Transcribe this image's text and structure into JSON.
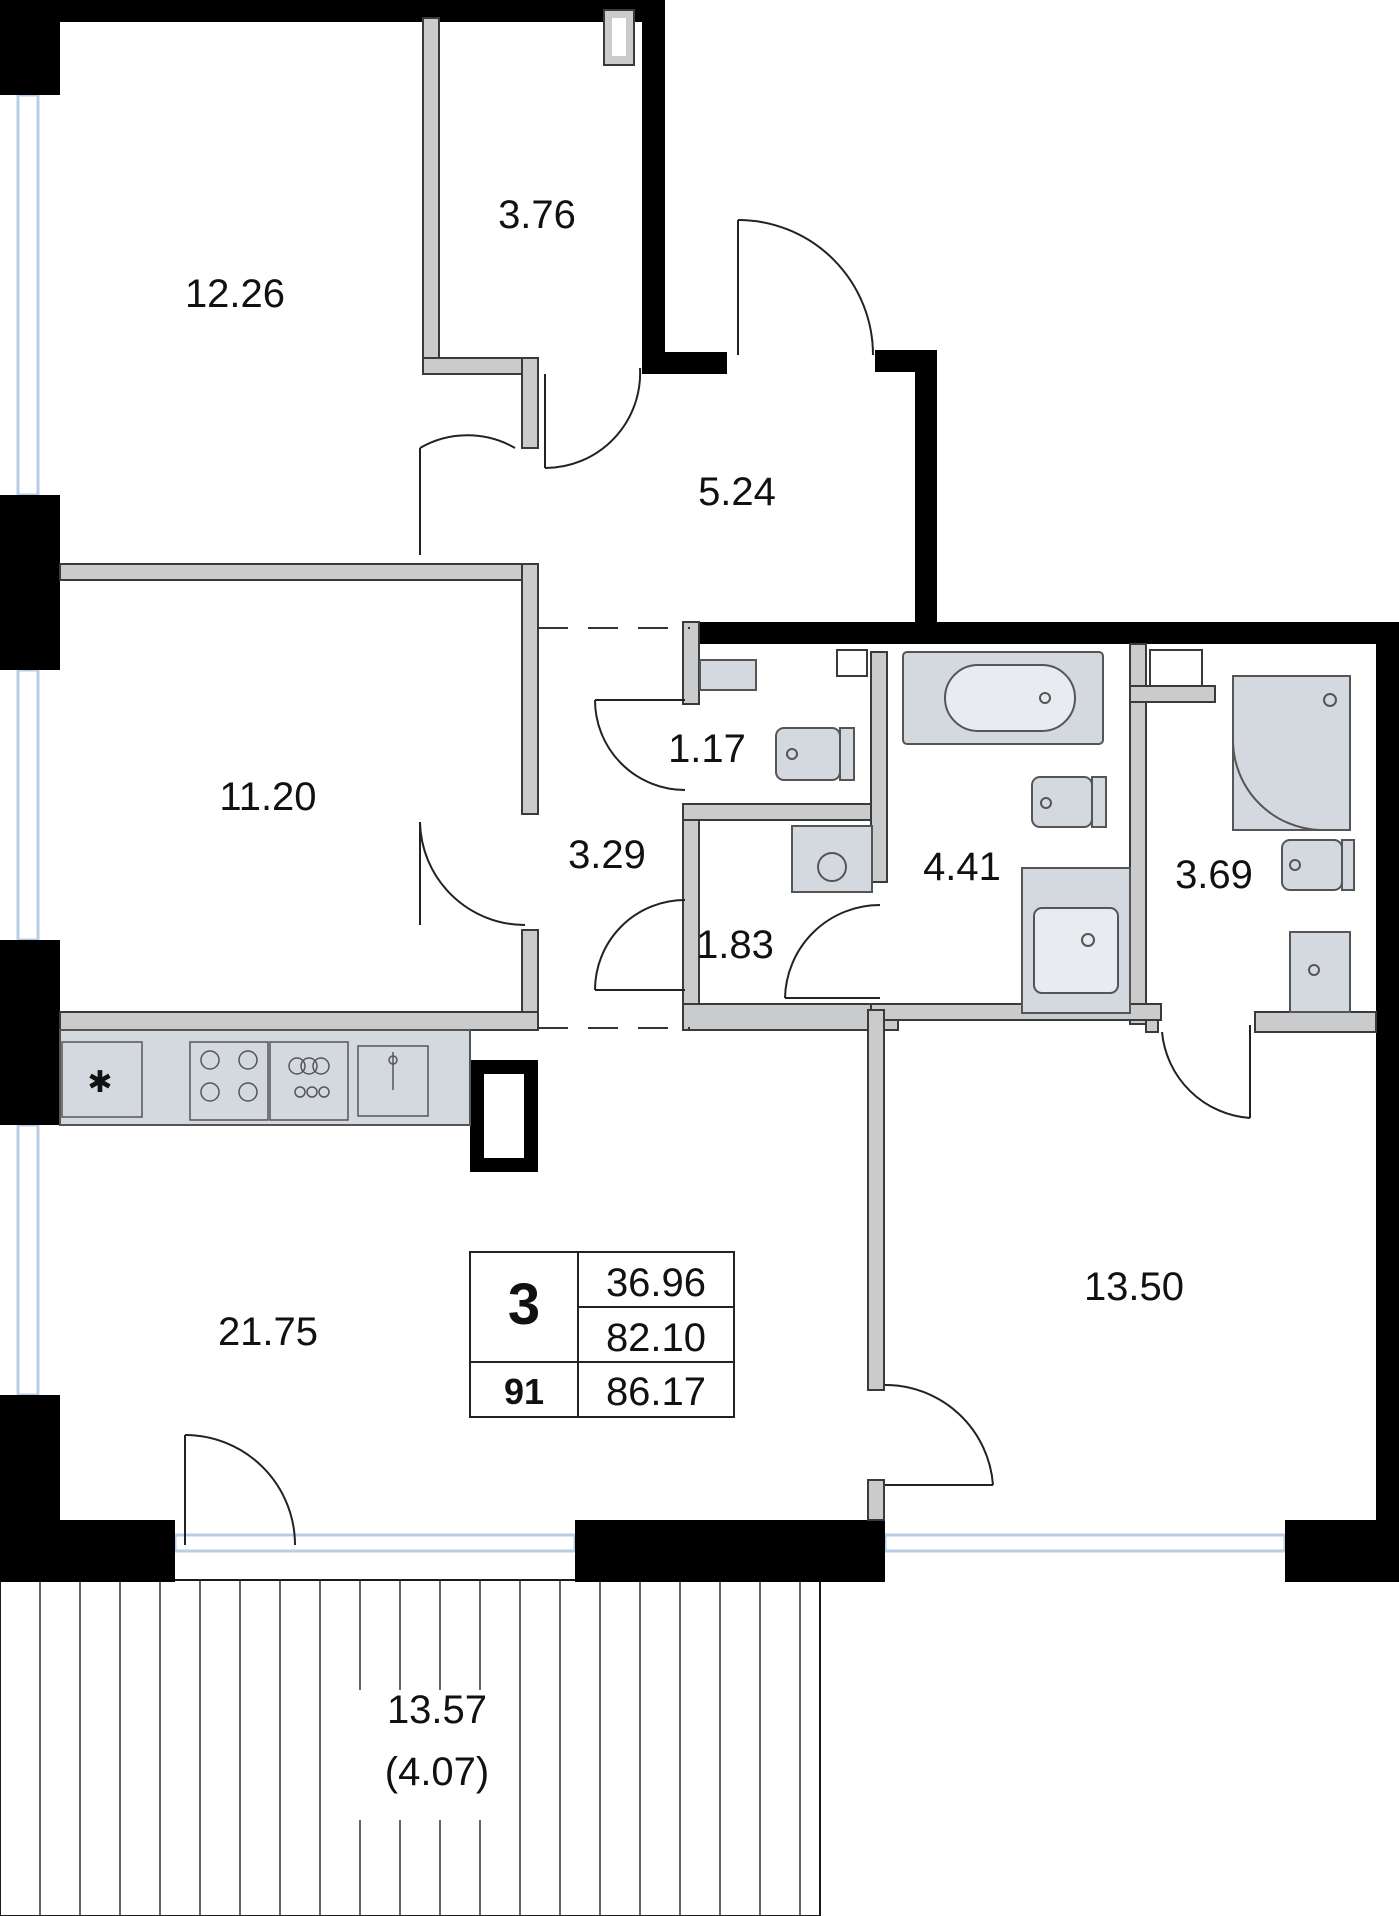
{
  "rooms": {
    "r1": "12.26",
    "r2": "3.76",
    "r3": "5.24",
    "r4": "11.20",
    "r5": "1.17",
    "r6": "3.29",
    "r7": "1.83",
    "r8": "4.41",
    "r9": "3.69",
    "r10": "21.75",
    "r11": "13.50"
  },
  "balcony": {
    "area": "13.57",
    "reduced_area": "(4.07)"
  },
  "info": {
    "rooms_count": "3",
    "apartment_number": "91",
    "living_area": "36.96",
    "total_area": "82.10",
    "total_with_balcony": "86.17"
  },
  "colors": {
    "wall": "#000000",
    "partition": "#c9cbcd",
    "fixture": "#d4d9e0",
    "window": "#b7cde6"
  }
}
